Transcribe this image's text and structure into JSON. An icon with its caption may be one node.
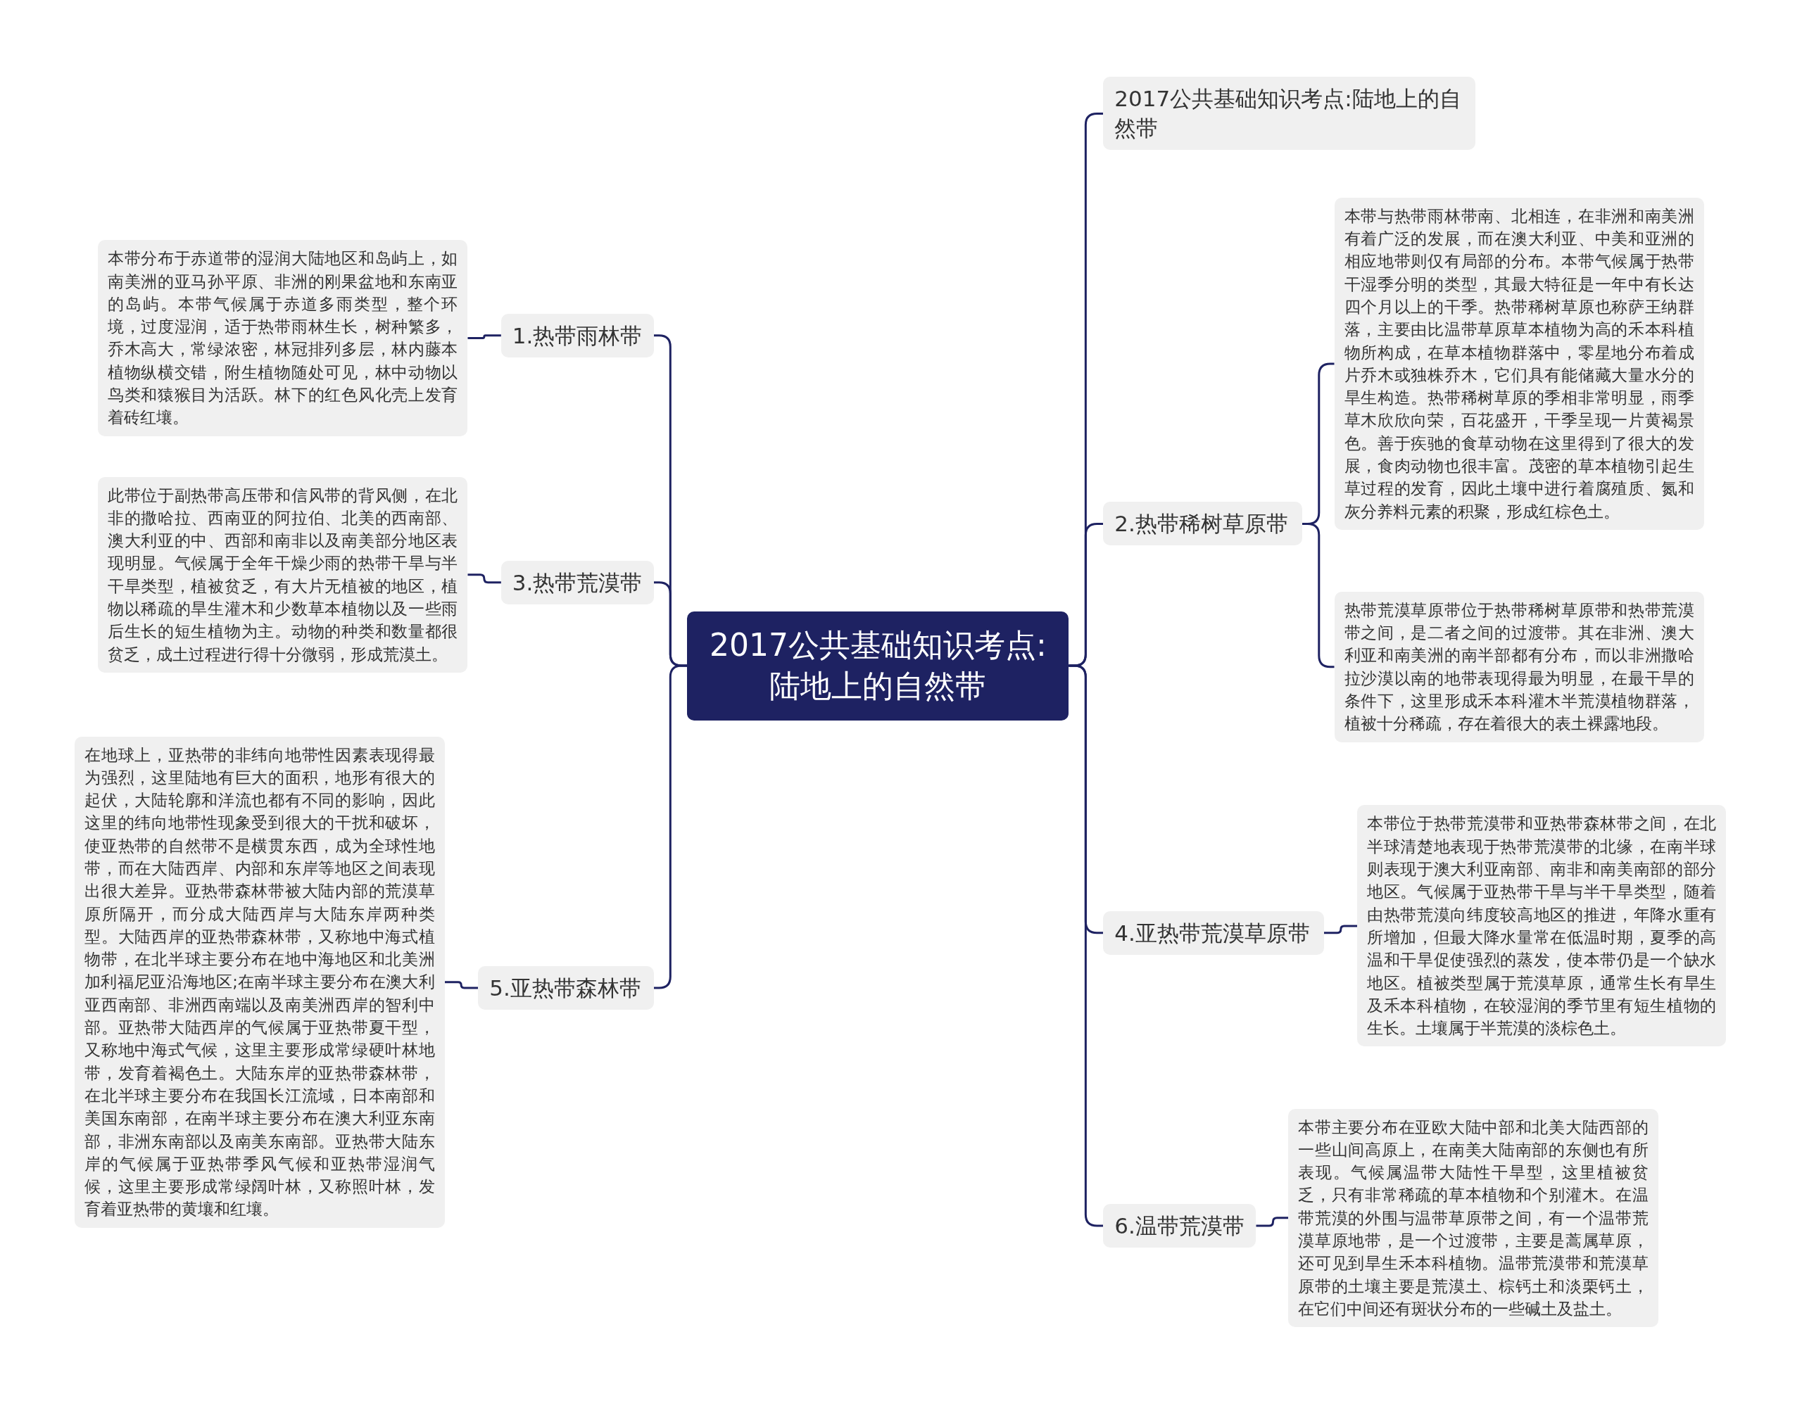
{
  "diagram": {
    "nodes": [
      {
        "text": [
          "2017公共基础知识考点:陆地上的自然带"
        ]
      },
      {
        "text": [
          "2017公共基础知识考点:陆地上的自然带"
        ]
      },
      {
        "text": [
          "2.热带稀树草原带"
        ]
      },
      {
        "text": [
          "本带与热带雨林带南、北相连，在非洲和南美洲有着广泛的发展，而在澳大利亚、中美和亚洲的相应地带则仅有局部的分布。本带气候属于热带干湿季分明的类型，其最大特征是一年中有长达四个月以上的干季。热带稀树草原也称萨王纳群落，主要由比温带草原草本植物为高的禾本科植物所构成，在草本植物群落中，零星地分布着成片乔木或独株乔木，它们具有能储藏大量水分的旱生构造。热带稀树草原的季相非常明显，雨季草木欣欣向荣，百花盛开，干季呈现一片黄褐景色。善于疾驰的食草动物在这里得到了很大的发展，食肉动物也很丰富。茂密的草本植物引起生草过程的发育，因此土壤中进行着腐殖质、氮和灰分养料元素的积聚，形成红棕色土。"
        ]
      },
      {
        "text": [
          "热带荒漠草原带位于热带稀树草原带和热带荒漠带之间，是二者之间的过渡带。其在非洲、澳大利亚和南美洲的南半部都有分布，而以非洲撒哈拉沙漠以南的地带表现得最为明显，在最干旱的条件下，这里形成禾本科灌木半荒漠植物群落，植被十分稀疏，存在着很大的表土裸露地段。"
        ]
      },
      {
        "text": [
          "4.亚热带荒漠草原带"
        ]
      },
      {
        "text": [
          "本带位于热带荒漠带和亚热带森林带之间，在北半球清楚地表现于热带荒漠带的北缘，在南半球则表现于澳大利亚南部、南非和南美南部的部分地区。气候属于亚热带干旱与半干旱类型，随着由热带荒漠向纬度较高地区的推进，年降水重有所增加，但最大降水量常在低温时期，夏季的高温和干旱促使强烈的蒸发，使本带仍是一个缺水地区。植被类型属于荒漠草原，通常生长有旱生及禾本科植物，在较湿润的季节里有短生植物的生长。土壤属于半荒漠的淡棕色土。"
        ]
      },
      {
        "text": [
          "6.温带荒漠带"
        ]
      },
      {
        "text": [
          "本带主要分布在亚欧大陆中部和北美大陆西部的一些山间高原上，在南美大陆南部的东侧也有所表现。气候属温带大陆性干旱型，这里植被贫乏，只有非常稀疏的草本植物和个别灌木。在温带荒漠的外围与温带草原带之间，有一个温带荒漠草原地带，是一个过渡带，主要是蒿属草原，还可见到旱生禾本科植物。温带荒漠带和荒漠草原带的土壤主要是荒漠土、棕钙土和淡栗钙土，在它们中间还有斑状分布的一些碱土及盐土。"
        ]
      },
      {
        "text": [
          "1.热带雨林带"
        ]
      },
      {
        "text": [
          "本带分布于赤道带的湿润大陆地区和岛屿上，如南美洲的亚马孙平原、非洲的刚果盆地和东南亚的岛屿。本带气候属于赤道多雨类型，整个环境，过度湿润，适于热带雨林生长，树种繁多，乔木高大，常绿浓密，林冠排列多层，林内藤本植物纵横交错，附生植物随处可见，林中动物以鸟类和猿猴目为活跃。林下的红色风化壳上发育着砖红壤。"
        ]
      },
      {
        "text": [
          "3.热带荒漠带"
        ]
      },
      {
        "text": [
          "此带位于副热带高压带和信风带的背风侧，在北非的撒哈拉、西南亚的阿拉伯、北美的西南部、澳大利亚的中、西部和南非以及南美部分地区表现明显。气候属于全年干燥少雨的热带干旱与半干旱类型，植被贫乏，有大片无植被的地区，植物以稀疏的旱生灌木和少数草本植物以及一些雨后生长的短生植物为主。动物的种类和数量都很贫乏，成土过程进行得十分微弱，形成荒漠土。"
        ]
      },
      {
        "text": [
          "5.亚热带森林带"
        ]
      },
      {
        "text": [
          "在地球上，亚热带的非纬向地带性因素表现得最为强烈，这里陆地有巨大的面积，地形有很大的起伏，大陆轮廓和洋流也都有不同的影响，因此这里的纬向地带性现象受到很大的干扰和破坏，使亚热带的自然带不是横贯东西，成为全球性地带，而在大陆西岸、内部和东岸等地区之间表现出很大差异。亚热带森林带被大陆内部的荒漠草原所隔开，而分成大陆西岸与大陆东岸两种类型。大陆西岸的亚热带森林带，又称地中海式植物带，在北半球主要分布在地中海地区和北美洲加利福尼亚沿海地区;在南半球主要分布在澳大利亚西南部、非洲西南端以及南美洲西岸的智利中部。亚热带大陆西岸的气候属于亚热带夏干型，又称地中海式气候，这里主要形成常绿硬叶林地带，发育着褐色土。大陆东岸的亚热带森林带，在北半球主要分布在我国长江流域，日本南部和美国东南部，在南半球主要分布在澳大利亚东南部，非洲东南部以及南美东南部。亚热带大陆东岸的气候属于亚热带季风气候和亚热带湿润气候，这里主要形成常绿阔叶林，又称照叶林，发育着亚热带的黄壤和红壤。"
        ]
      }
    ],
    "edges": [
      {
        "from": 0,
        "to": 1,
        "arrow": "none"
      },
      {
        "from": 0,
        "to": 2,
        "arrow": "none"
      },
      {
        "from": 2,
        "to": 3,
        "arrow": "none"
      },
      {
        "from": 2,
        "to": 4,
        "arrow": "none"
      },
      {
        "from": 0,
        "to": 5,
        "arrow": "none"
      },
      {
        "from": 5,
        "to": 6,
        "arrow": "none"
      },
      {
        "from": 0,
        "to": 7,
        "arrow": "none"
      },
      {
        "from": 7,
        "to": 8,
        "arrow": "none"
      },
      {
        "from": 0,
        "to": 9,
        "arrow": "none"
      },
      {
        "from": 9,
        "to": 10,
        "arrow": "none"
      },
      {
        "from": 0,
        "to": 11,
        "arrow": "none"
      },
      {
        "from": 11,
        "to": 12,
        "arrow": "none"
      },
      {
        "from": 0,
        "to": 13,
        "arrow": "none"
      },
      {
        "from": 13,
        "to": 14,
        "arrow": "none"
      }
    ]
  }
}
